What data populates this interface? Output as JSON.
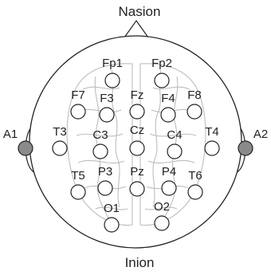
{
  "landmarks": {
    "top": "Nasion",
    "bottom": "Inion"
  },
  "references": [
    {
      "id": "A1"
    },
    {
      "id": "A2"
    }
  ],
  "electrodes": [
    {
      "id": "Fp1"
    },
    {
      "id": "Fp2"
    },
    {
      "id": "F7"
    },
    {
      "id": "F3"
    },
    {
      "id": "Fz"
    },
    {
      "id": "F4"
    },
    {
      "id": "F8"
    },
    {
      "id": "T3"
    },
    {
      "id": "C3"
    },
    {
      "id": "Cz"
    },
    {
      "id": "C4"
    },
    {
      "id": "T4"
    },
    {
      "id": "T5"
    },
    {
      "id": "P3"
    },
    {
      "id": "Pz"
    },
    {
      "id": "P4"
    },
    {
      "id": "T6"
    },
    {
      "id": "O1"
    },
    {
      "id": "O2"
    }
  ],
  "colors": {
    "outline": "#222222",
    "reference_fill": "#8a8a8a",
    "brain_texture": "#bdbdbd"
  }
}
